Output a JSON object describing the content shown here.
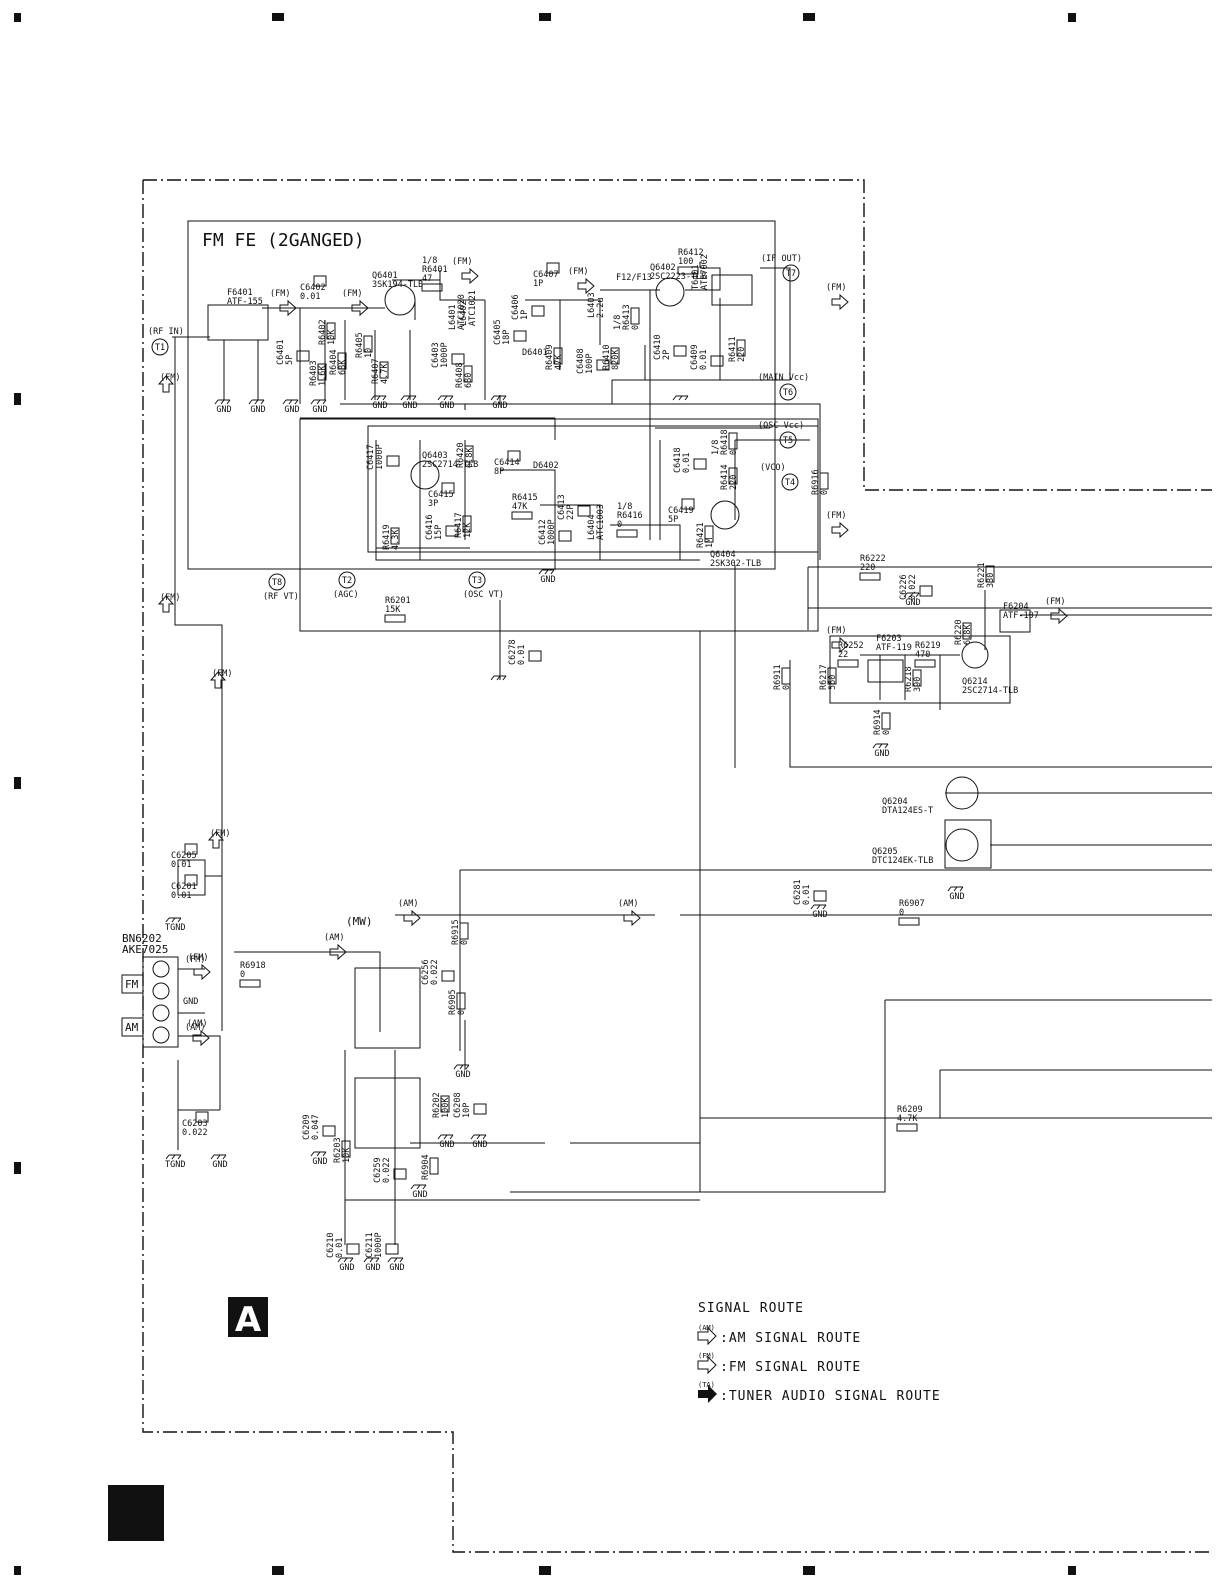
{
  "sheet": {
    "block_title": "FM FE (2GANGED)",
    "section_letter": "A"
  },
  "test_points": [
    {
      "id": "T1",
      "label": "(RF IN)"
    },
    {
      "id": "T2",
      "label": "(AGC)"
    },
    {
      "id": "T3",
      "label": "(OSC VT)"
    },
    {
      "id": "T4",
      "label": "(VCO)"
    },
    {
      "id": "T5",
      "label": "(OSC Vcc)"
    },
    {
      "id": "T6",
      "label": "(MAIN Vcc)"
    },
    {
      "id": "T7",
      "label": "(IF OUT)"
    },
    {
      "id": "T8",
      "label": "(RF VT)"
    }
  ],
  "connector": {
    "ref": "BN6202",
    "part": "AKE7025",
    "pins": [
      "FM",
      "AM"
    ],
    "signals": [
      "(FM)",
      "GND",
      "(AM)"
    ]
  },
  "transistors": [
    {
      "ref": "Q6401",
      "part": "3SK194-TLB"
    },
    {
      "ref": "Q6402",
      "part": "2SC2223-TLB"
    },
    {
      "ref": "Q6403",
      "part": "2SC2714-TLB"
    },
    {
      "ref": "Q6404",
      "part": "2SK302-TLB"
    },
    {
      "ref": "Q6214",
      "part": "2SC2714-TLB"
    },
    {
      "ref": "Q6204",
      "part": "DTA124ES-T"
    },
    {
      "ref": "Q6205",
      "part": "DTC124EK-TLB"
    }
  ],
  "filters": [
    {
      "ref": "F6401",
      "part": "ATF-155"
    },
    {
      "ref": "F12/F13",
      "part": ""
    },
    {
      "ref": "F6203",
      "part": "ATF-119"
    },
    {
      "ref": "F6204",
      "part": "ATF-107"
    }
  ],
  "coils": [
    {
      "ref": "L6401",
      "part": "ATC1020"
    },
    {
      "ref": "L6402",
      "part": "ATC1021"
    },
    {
      "ref": "L6403",
      "part": "2.2u"
    },
    {
      "ref": "L6404",
      "part": "ATC1003"
    },
    {
      "ref": "T6401",
      "part": "ATE7002"
    }
  ],
  "resistors": [
    {
      "ref": "R6401",
      "value": "47",
      "note": "1/8"
    },
    {
      "ref": "R6402",
      "value": "10K"
    },
    {
      "ref": "R6403",
      "value": "1.6K"
    },
    {
      "ref": "R6404",
      "value": "68K"
    },
    {
      "ref": "R6405",
      "value": "10"
    },
    {
      "ref": "R6407",
      "value": "4.7K"
    },
    {
      "ref": "R6408",
      "value": "680"
    },
    {
      "ref": "R6409",
      "value": "47K"
    },
    {
      "ref": "R6410",
      "value": "820K"
    },
    {
      "ref": "R6411",
      "value": "220"
    },
    {
      "ref": "R6412",
      "value": "100"
    },
    {
      "ref": "R6413",
      "value": "0",
      "note": "1/8"
    },
    {
      "ref": "R6414",
      "value": "220"
    },
    {
      "ref": "R6415",
      "value": "47K"
    },
    {
      "ref": "R6416",
      "value": "0",
      "note": "1/8"
    },
    {
      "ref": "R6417",
      "value": "12K"
    },
    {
      "ref": "R6418",
      "value": "0",
      "note": "1/8"
    },
    {
      "ref": "R6419",
      "value": "4.3K"
    },
    {
      "ref": "R6420",
      "value": "6.8K"
    },
    {
      "ref": "R6421",
      "value": "1M"
    },
    {
      "ref": "R6201",
      "value": "15K"
    },
    {
      "ref": "R6222",
      "value": "220"
    },
    {
      "ref": "R6221",
      "value": "330"
    },
    {
      "ref": "R6220",
      "value": "6.8K"
    },
    {
      "ref": "R6219",
      "value": "470"
    },
    {
      "ref": "R6218",
      "value": "390"
    },
    {
      "ref": "R6217",
      "value": "560"
    },
    {
      "ref": "R6252",
      "value": "22"
    },
    {
      "ref": "R6911",
      "value": "0"
    },
    {
      "ref": "R6914",
      "value": "0"
    },
    {
      "ref": "R6916",
      "value": "0"
    },
    {
      "ref": "R6915",
      "value": "0"
    },
    {
      "ref": "R6905",
      "value": "0"
    },
    {
      "ref": "R6907",
      "value": "0"
    },
    {
      "ref": "R6918",
      "value": "0"
    },
    {
      "ref": "R6202",
      "value": "100K"
    },
    {
      "ref": "R6203",
      "value": "10K"
    },
    {
      "ref": "R6209",
      "value": "4.7K"
    },
    {
      "ref": "R6904",
      "value": ""
    }
  ],
  "capacitors": [
    {
      "ref": "C6401",
      "value": "5P"
    },
    {
      "ref": "C6402",
      "value": "0.01"
    },
    {
      "ref": "C6403",
      "value": "1000P"
    },
    {
      "ref": "C6405",
      "value": "18P"
    },
    {
      "ref": "C6406",
      "value": "1P"
    },
    {
      "ref": "C6407",
      "value": "1P"
    },
    {
      "ref": "C6408",
      "value": "100P"
    },
    {
      "ref": "C6409",
      "value": "0.01"
    },
    {
      "ref": "C6410",
      "value": "2P"
    },
    {
      "ref": "C6412",
      "value": "1000P"
    },
    {
      "ref": "C6413",
      "value": "22P"
    },
    {
      "ref": "C6414",
      "value": "8P"
    },
    {
      "ref": "C6415",
      "value": "3P"
    },
    {
      "ref": "C6416",
      "value": "15P"
    },
    {
      "ref": "C6417",
      "value": "1000P"
    },
    {
      "ref": "C6418",
      "value": "0.01"
    },
    {
      "ref": "C6419",
      "value": "5P"
    },
    {
      "ref": "C6226",
      "value": "0.022"
    },
    {
      "ref": "C6278",
      "value": "0.01"
    },
    {
      "ref": "C6281",
      "value": "0.01"
    },
    {
      "ref": "C6205",
      "value": "0.01"
    },
    {
      "ref": "C6201",
      "value": "0.01"
    },
    {
      "ref": "C6203",
      "value": "0.022"
    },
    {
      "ref": "C6256",
      "value": "0.022"
    },
    {
      "ref": "C6208",
      "value": "10P"
    },
    {
      "ref": "C6209",
      "value": "0.047"
    },
    {
      "ref": "C6259",
      "value": "0.022"
    },
    {
      "ref": "C6210",
      "value": "0.01"
    },
    {
      "ref": "C6211",
      "value": "1000P"
    }
  ],
  "diodes": [
    {
      "ref": "D6401"
    },
    {
      "ref": "D6402"
    }
  ],
  "signal_tags": {
    "fm": "(FM)",
    "am": "(AM)",
    "mw": "(MW)",
    "ta": "(TA)",
    "gnd": "GND",
    "tgnd": "TGND"
  },
  "legend": {
    "title": "SIGNAL ROUTE",
    "items": [
      {
        "tag": "(AM)",
        "text": ":AM SIGNAL ROUTE"
      },
      {
        "tag": "(FM)",
        "text": ":FM SIGNAL ROUTE"
      },
      {
        "tag": "(TA)",
        "text": ":TUNER AUDIO SIGNAL ROUTE"
      }
    ]
  }
}
